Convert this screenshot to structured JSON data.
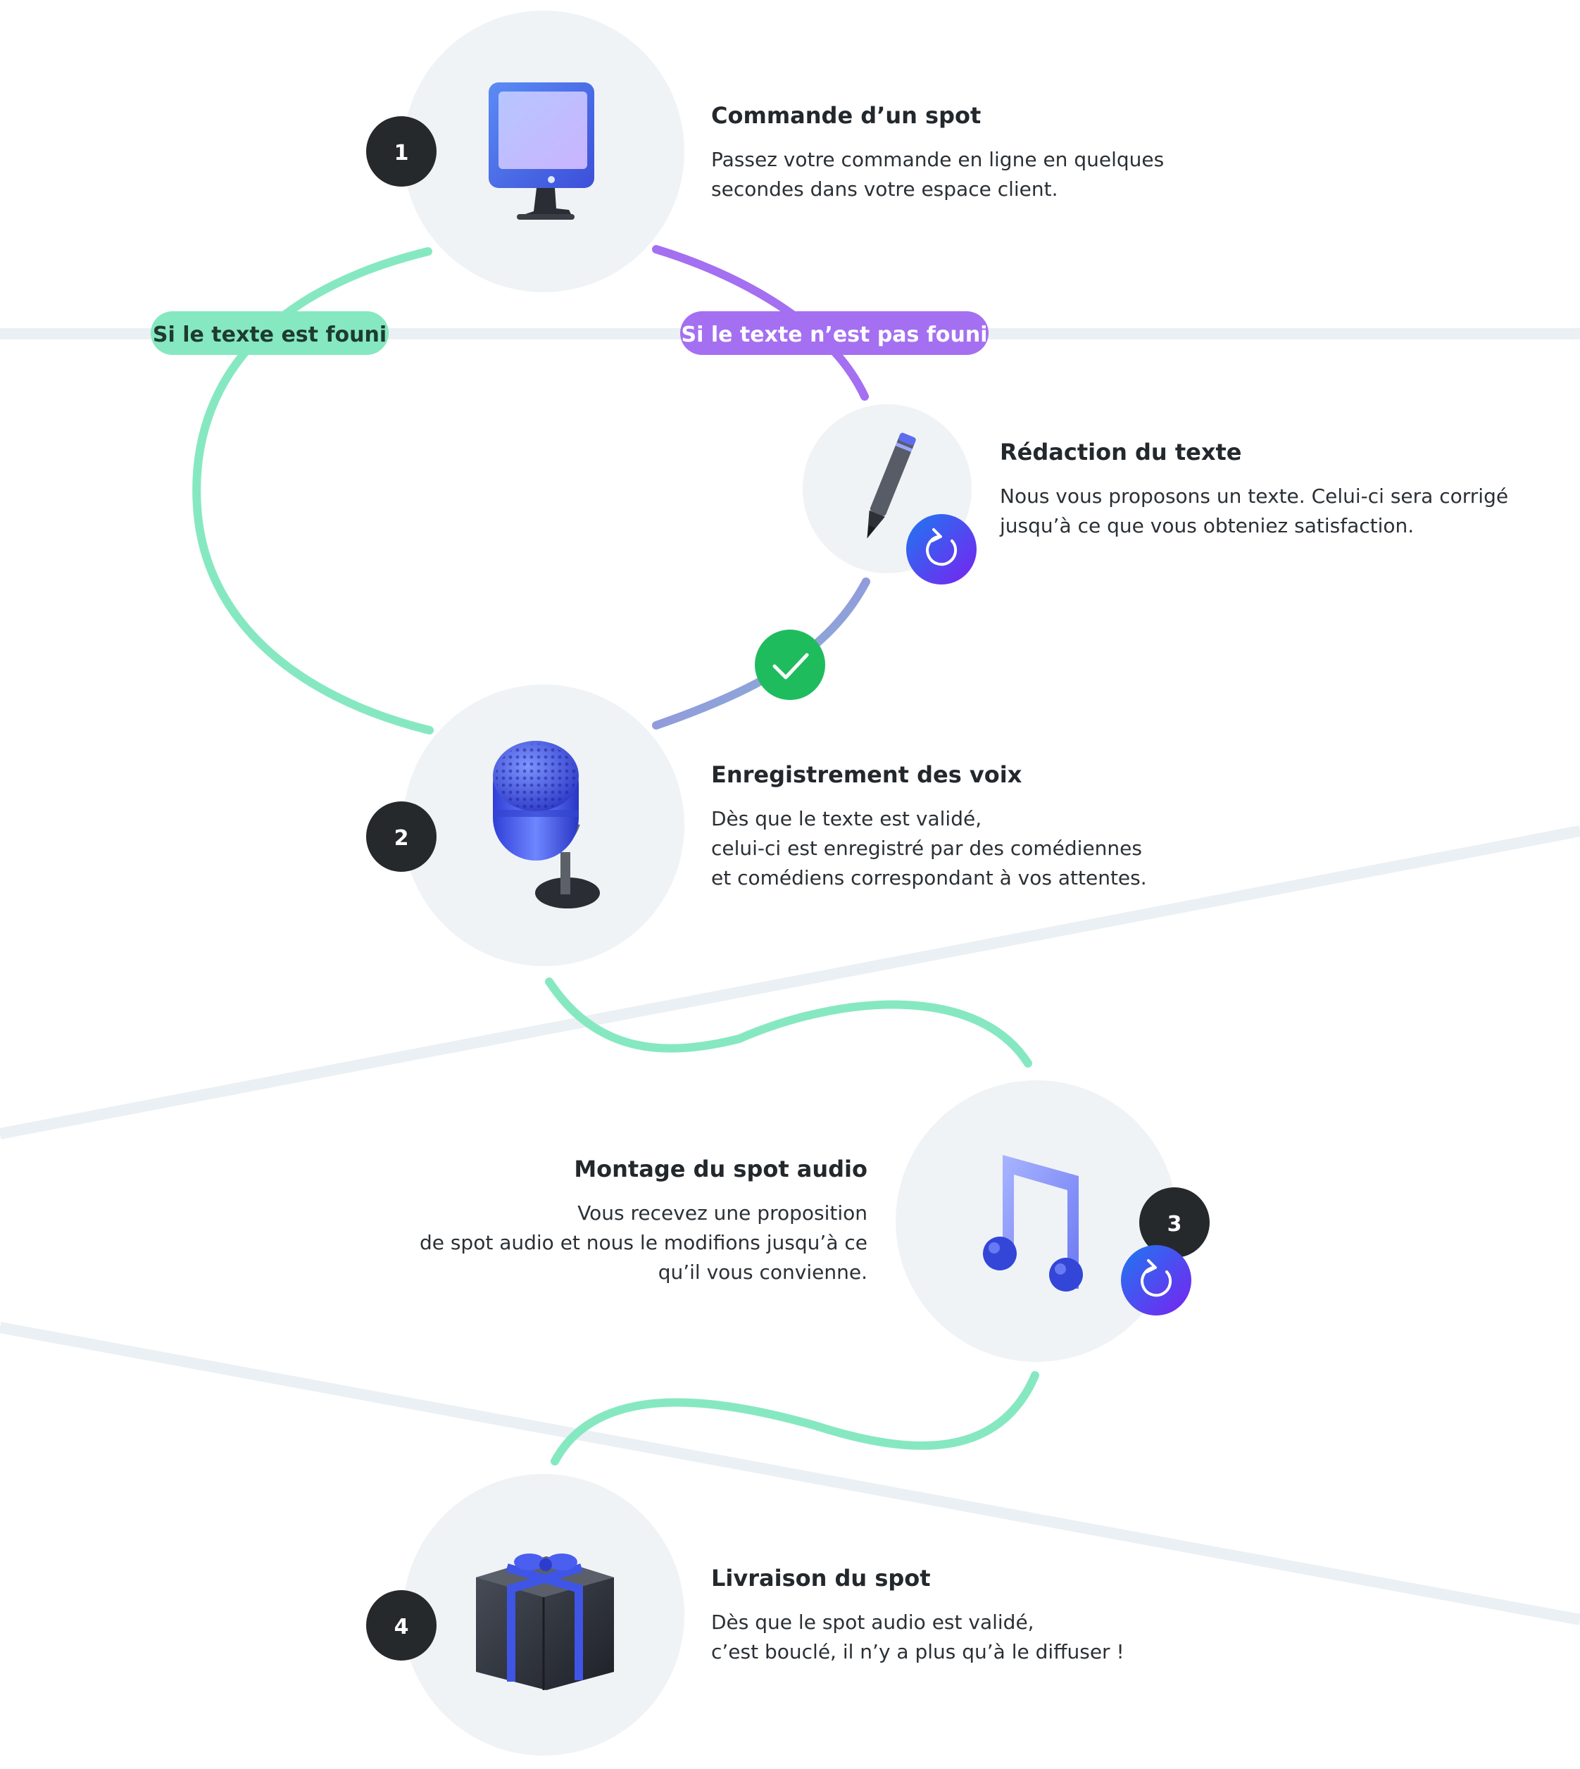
{
  "branches": {
    "green_label": "Si le texte est founi",
    "purple_label": "Si le texte n’est pas founi"
  },
  "steps": [
    {
      "number": "1",
      "title": "Commande d’un spot",
      "lines": [
        "Passez votre commande en ligne en quelques",
        "secondes dans votre espace client."
      ],
      "icon": "monitor-icon"
    },
    {
      "number": "",
      "title": "Rédaction du texte",
      "lines": [
        "Nous vous proposons un texte. Celui-ci sera corrigé",
        "jusqu’à ce que vous obteniez satisfaction."
      ],
      "icon": "pencil-icon"
    },
    {
      "number": "2",
      "title": "Enregistrement des voix",
      "lines": [
        "Dès que le texte est validé,",
        "celui-ci est enregistré par des comédiennes",
        "et comédiens correspondant à vos attentes."
      ],
      "icon": "microphone-icon"
    },
    {
      "number": "3",
      "title": "Montage du spot audio",
      "lines": [
        "Vous recevez une proposition",
        "de spot audio et nous le modifions jusqu’à ce",
        "qu’il vous convienne."
      ],
      "icon": "music-note-icon"
    },
    {
      "number": "4",
      "title": "Livraison du spot",
      "lines": [
        "Dès que le spot audio est validé,",
        "c’est bouclé, il n’y a plus qu’à le diffuser !"
      ],
      "icon": "gift-icon"
    }
  ],
  "colors": {
    "green": "#86e8c1",
    "purple": "#a46ff0",
    "badge": "#26292c",
    "circle": "#eff3f5",
    "band": "#eaf0f3",
    "check": "#1fbc5e",
    "refresh_start": "#1e6cf2",
    "refresh_end": "#7a1ff2"
  }
}
